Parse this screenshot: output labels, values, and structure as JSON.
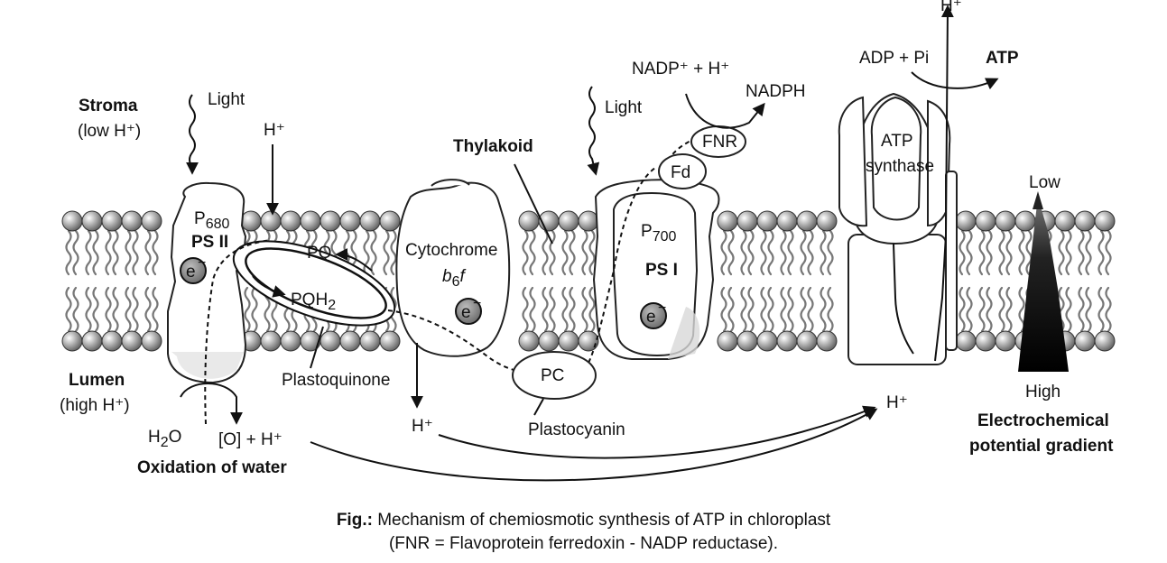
{
  "labels": {
    "stroma": "Stroma",
    "stroma_sub": "(low H⁺)",
    "lumen": "Lumen",
    "lumen_sub": "(high H⁺)",
    "light_1": "Light",
    "light_2": "Light",
    "h_plus_stroma_ps2": "H⁺",
    "h_plus_top": "H⁺",
    "h_plus_cyt_lumen": "H⁺",
    "h_plus_atp_lumen": "H⁺",
    "p680": "P",
    "p680_sub": "680",
    "ps2": "PS II",
    "p700": "P",
    "p700_sub": "700",
    "ps1": "PS I",
    "pq": "PQ",
    "pqh2": "PQH",
    "pqh2_sub": "2",
    "plastoquinone": "Plastoquinone",
    "cytochrome": "Cytochrome",
    "b6f_b": "b",
    "b6f_sub": "6",
    "b6f_f": "f",
    "electron": "e",
    "electron_sup": "−",
    "thylakoid": "Thylakoid",
    "pc": "PC",
    "plastocyanin": "Plastocyanin",
    "fd": "Fd",
    "fnr": "FNR",
    "nadp_reaction": "NADP⁺ + H⁺",
    "nadph": "NADPH",
    "adp_pi": "ADP + Pi",
    "atp": "ATP",
    "atp_synthase_1": "ATP",
    "atp_synthase_2": "synthase",
    "h2o": "H",
    "h2o_sub": "2",
    "h2o_o": "O",
    "o_h": "[O] + H⁺",
    "oxidation": "Oxidation of water",
    "low": "Low",
    "high": "High",
    "gradient_1": "Electrochemical",
    "gradient_2": "potential gradient"
  },
  "caption": {
    "bold": "Fig.:",
    "line1": " Mechanism of chemiosmotic synthesis of ATP in chloroplast",
    "line2": "(FNR = Flavoprotein ferredoxin - NADP reductase)."
  }
}
